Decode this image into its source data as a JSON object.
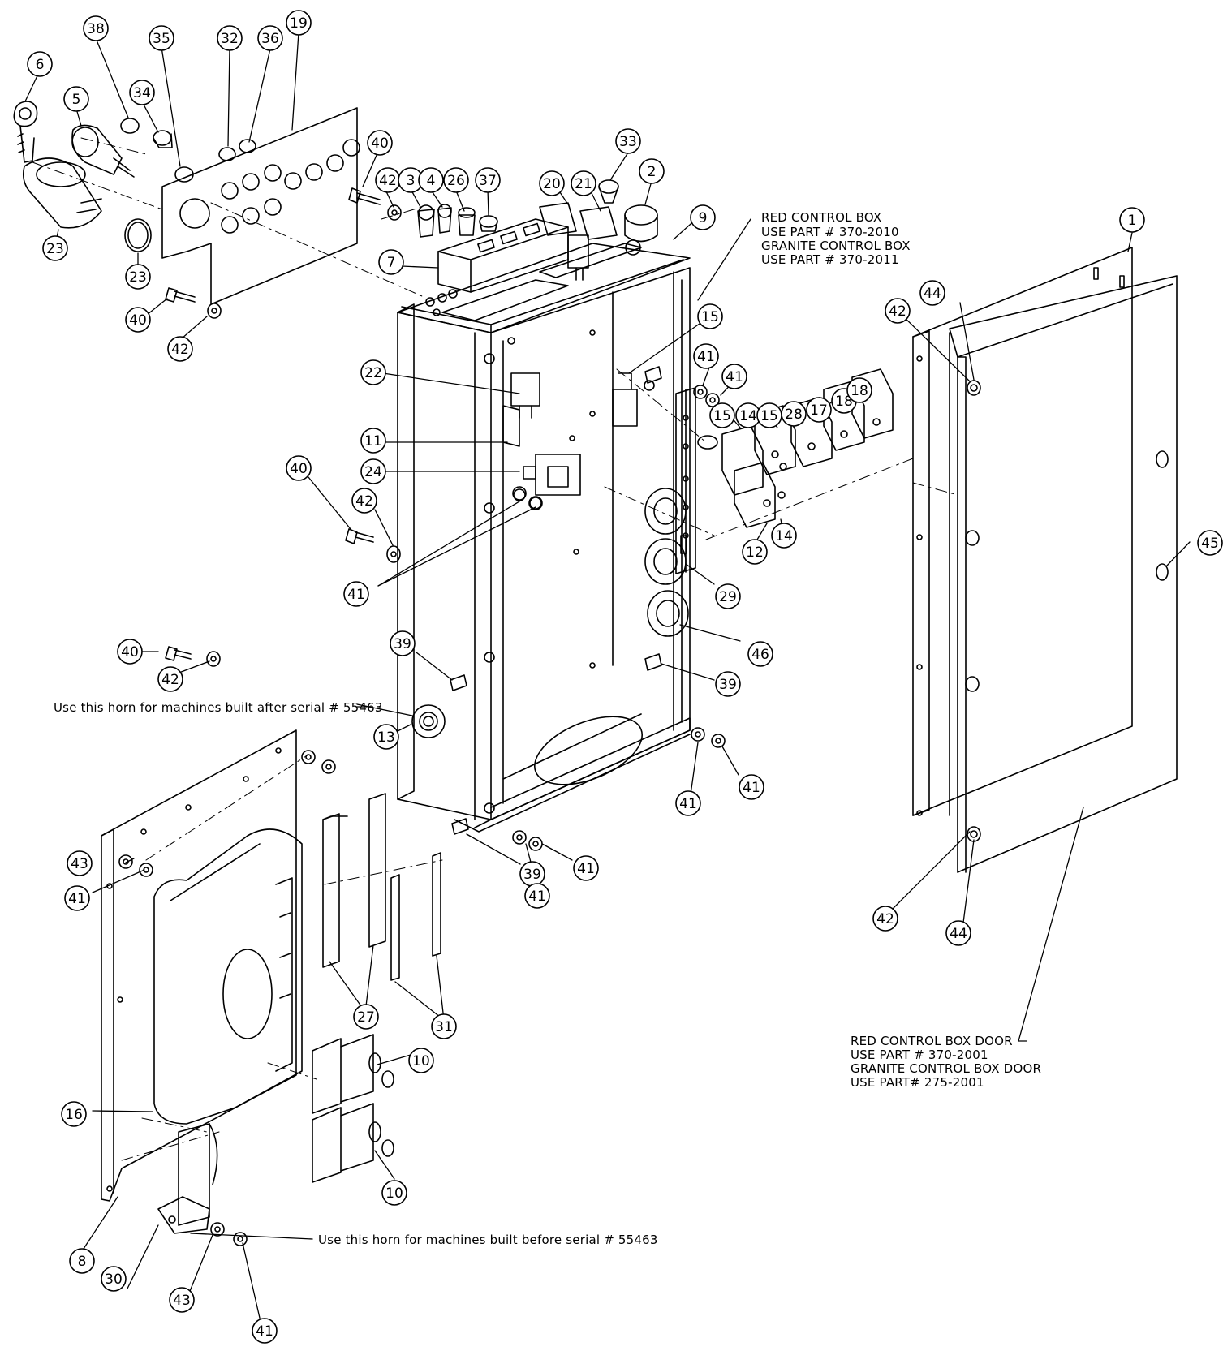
{
  "notes": {
    "red_box": [
      "RED CONTROL BOX",
      "USE PART # 370-2010",
      "GRANITE CONTROL BOX",
      "USE PART # 370-2011"
    ],
    "red_door": [
      "RED CONTROL BOX DOOR",
      "USE PART # 370-2001",
      "GRANITE CONTROL BOX DOOR",
      "USE PART# 275-2001"
    ],
    "horn_after": "Use this horn for machines built after serial # 55463",
    "horn_before": "Use this horn for machines built before serial # 55463"
  },
  "callouts": [
    "6",
    "38",
    "35",
    "32",
    "36",
    "19",
    "5",
    "34",
    "23",
    "23",
    "40",
    "42",
    "40",
    "42",
    "3",
    "4",
    "26",
    "37",
    "20",
    "21",
    "33",
    "2",
    "9",
    "7",
    "1",
    "44",
    "42",
    "15",
    "22",
    "41",
    "41",
    "11",
    "24",
    "15",
    "14",
    "15",
    "28",
    "17",
    "18",
    "18",
    "40",
    "42",
    "41",
    "12",
    "14",
    "29",
    "45",
    "46",
    "40",
    "42",
    "39",
    "39",
    "13",
    "41",
    "41",
    "43",
    "41",
    "27",
    "31",
    "39",
    "41",
    "41",
    "10",
    "16",
    "10",
    "8",
    "30",
    "43",
    "41",
    "42",
    "44"
  ]
}
